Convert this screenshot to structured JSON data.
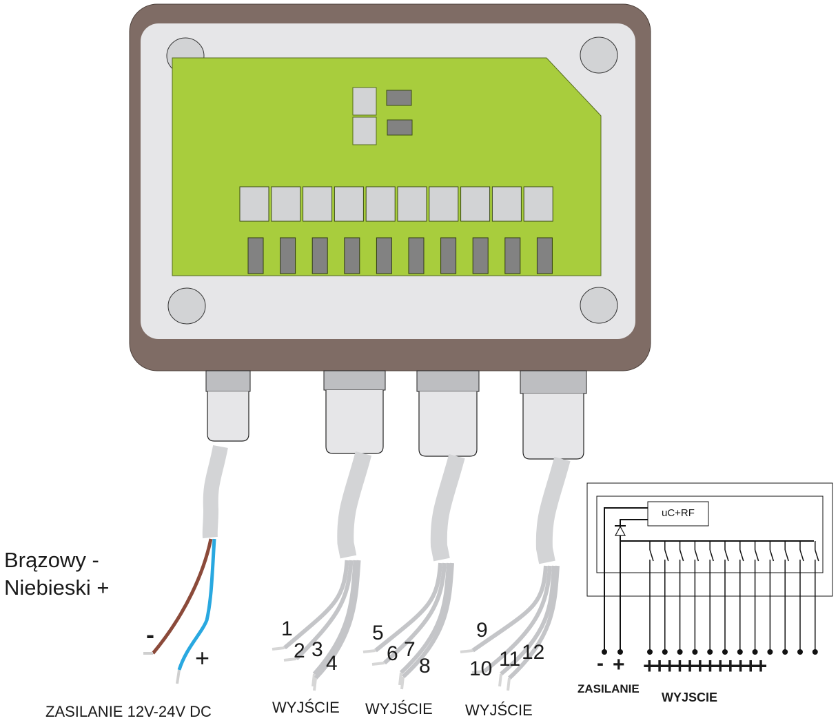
{
  "legend": {
    "brown_label": "Brązowy  -",
    "blue_label": "Niebieski +"
  },
  "power_cable": {
    "minus_symbol": "-",
    "plus_symbol": "+",
    "caption": "ZASILANIE 12V-24V DC",
    "wire_colors": {
      "brown": "#8b4a3a",
      "blue": "#29a8e0"
    }
  },
  "output_cables": [
    {
      "caption": "WYJŚCIE",
      "wire_numbers": [
        "1",
        "2",
        "3",
        "4"
      ]
    },
    {
      "caption": "WYJŚCIE",
      "wire_numbers": [
        "5",
        "6",
        "7",
        "8"
      ]
    },
    {
      "caption": "WYJŚCIE",
      "wire_numbers": [
        "9",
        "10",
        "11",
        "12"
      ]
    }
  ],
  "enclosure": {
    "colors": {
      "frame": "#7f6c65",
      "panel": "#e6e6e8",
      "pcb": "#a8cd3d",
      "component_light": "#d2d3d5",
      "component_dark": "#828282"
    },
    "relay_count": 10,
    "chip_count": 10,
    "screw_count": 4,
    "cable_gland_count": 4
  },
  "schematic": {
    "module_label": "uC+RF",
    "power_terminals": [
      "-",
      "+"
    ],
    "power_caption": "ZASILANIE",
    "output_terminals": "++++++++++++",
    "output_caption": "WYJSCIE",
    "switch_count": 12
  }
}
